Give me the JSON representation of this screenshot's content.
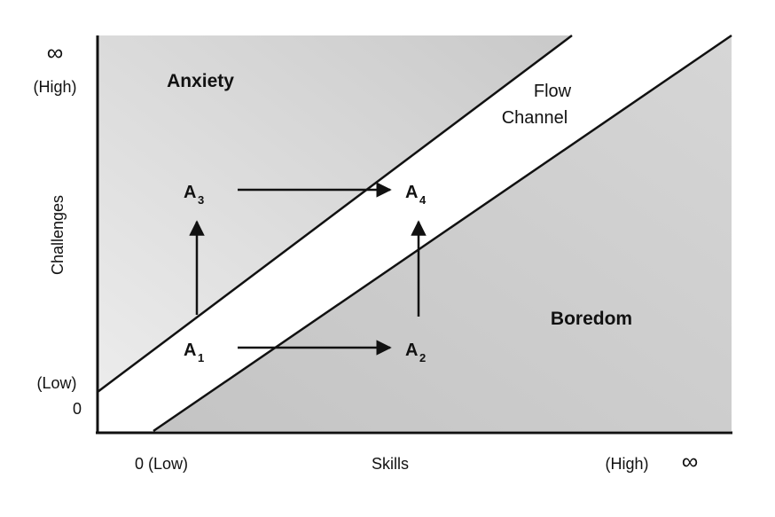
{
  "axes": {
    "y_label": "Challenges",
    "y_top_symbol": "∞",
    "y_top_label": "(High)",
    "y_low_label": "(Low)",
    "y_zero": "0",
    "x_label": "Skills",
    "x_origin_label": "0 (Low)",
    "x_high_label": "(High)",
    "x_high_symbol": "∞"
  },
  "regions": {
    "anxiety": "Anxiety",
    "flow_line1": "Flow",
    "flow_line2": "Channel",
    "boredom": "Boredom"
  },
  "nodes": {
    "a1": {
      "letter": "A",
      "sub": "1"
    },
    "a2": {
      "letter": "A",
      "sub": "2"
    },
    "a3": {
      "letter": "A",
      "sub": "3"
    },
    "a4": {
      "letter": "A",
      "sub": "4"
    }
  },
  "colors": {
    "shade": "#d0d0d0",
    "shade_dark": "#bdbdbd",
    "ink": "#111111",
    "flow_channel": "#ffffff"
  }
}
